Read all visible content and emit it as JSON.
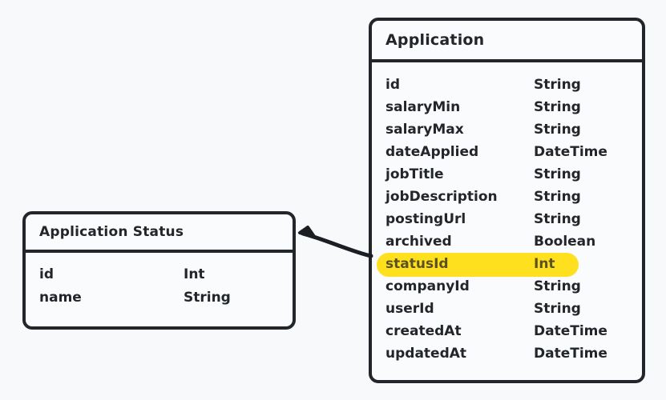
{
  "diagram": {
    "background_color": "#f8f9fb",
    "line_color": "#22252a",
    "highlight_color": "#ffe01f"
  },
  "entities": [
    {
      "id": "application",
      "title": "Application",
      "fields": [
        {
          "name": "id",
          "type": "String",
          "highlighted": false
        },
        {
          "name": "salaryMin",
          "type": "String",
          "highlighted": false
        },
        {
          "name": "salaryMax",
          "type": "String",
          "highlighted": false
        },
        {
          "name": "dateApplied",
          "type": "DateTime",
          "highlighted": false
        },
        {
          "name": "jobTitle",
          "type": "String",
          "highlighted": false
        },
        {
          "name": "jobDescription",
          "type": "String",
          "highlighted": false
        },
        {
          "name": "postingUrl",
          "type": "String",
          "highlighted": false
        },
        {
          "name": "archived",
          "type": "Boolean",
          "highlighted": false
        },
        {
          "name": "statusId",
          "type": "Int",
          "highlighted": true
        },
        {
          "name": "companyId",
          "type": "String",
          "highlighted": false
        },
        {
          "name": "userId",
          "type": "String",
          "highlighted": false
        },
        {
          "name": "createdAt",
          "type": "DateTime",
          "highlighted": false
        },
        {
          "name": "updatedAt",
          "type": "DateTime",
          "highlighted": false
        }
      ]
    },
    {
      "id": "application-status",
      "title": "Application Status",
      "fields": [
        {
          "name": "id",
          "type": "Int",
          "highlighted": false
        },
        {
          "name": "name",
          "type": "String",
          "highlighted": false
        }
      ]
    }
  ],
  "relationship": {
    "from": "application.statusId",
    "to": "application-status",
    "arrow_direction": "left"
  }
}
